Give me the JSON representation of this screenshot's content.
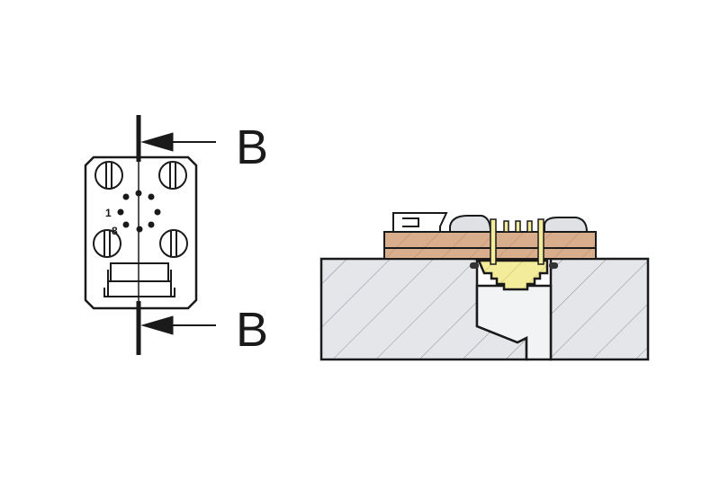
{
  "section_labels": {
    "top": "B",
    "bottom": "B"
  },
  "pin_labels": {
    "first": "1",
    "last": "8"
  },
  "colors": {
    "line": "#1a1a1a",
    "block": "#e4e6ea",
    "hatch": "#8a8d93",
    "pcb": "#d9ae8c",
    "insert": "#f3ec9a",
    "screw_head": "#dfe1e4"
  }
}
